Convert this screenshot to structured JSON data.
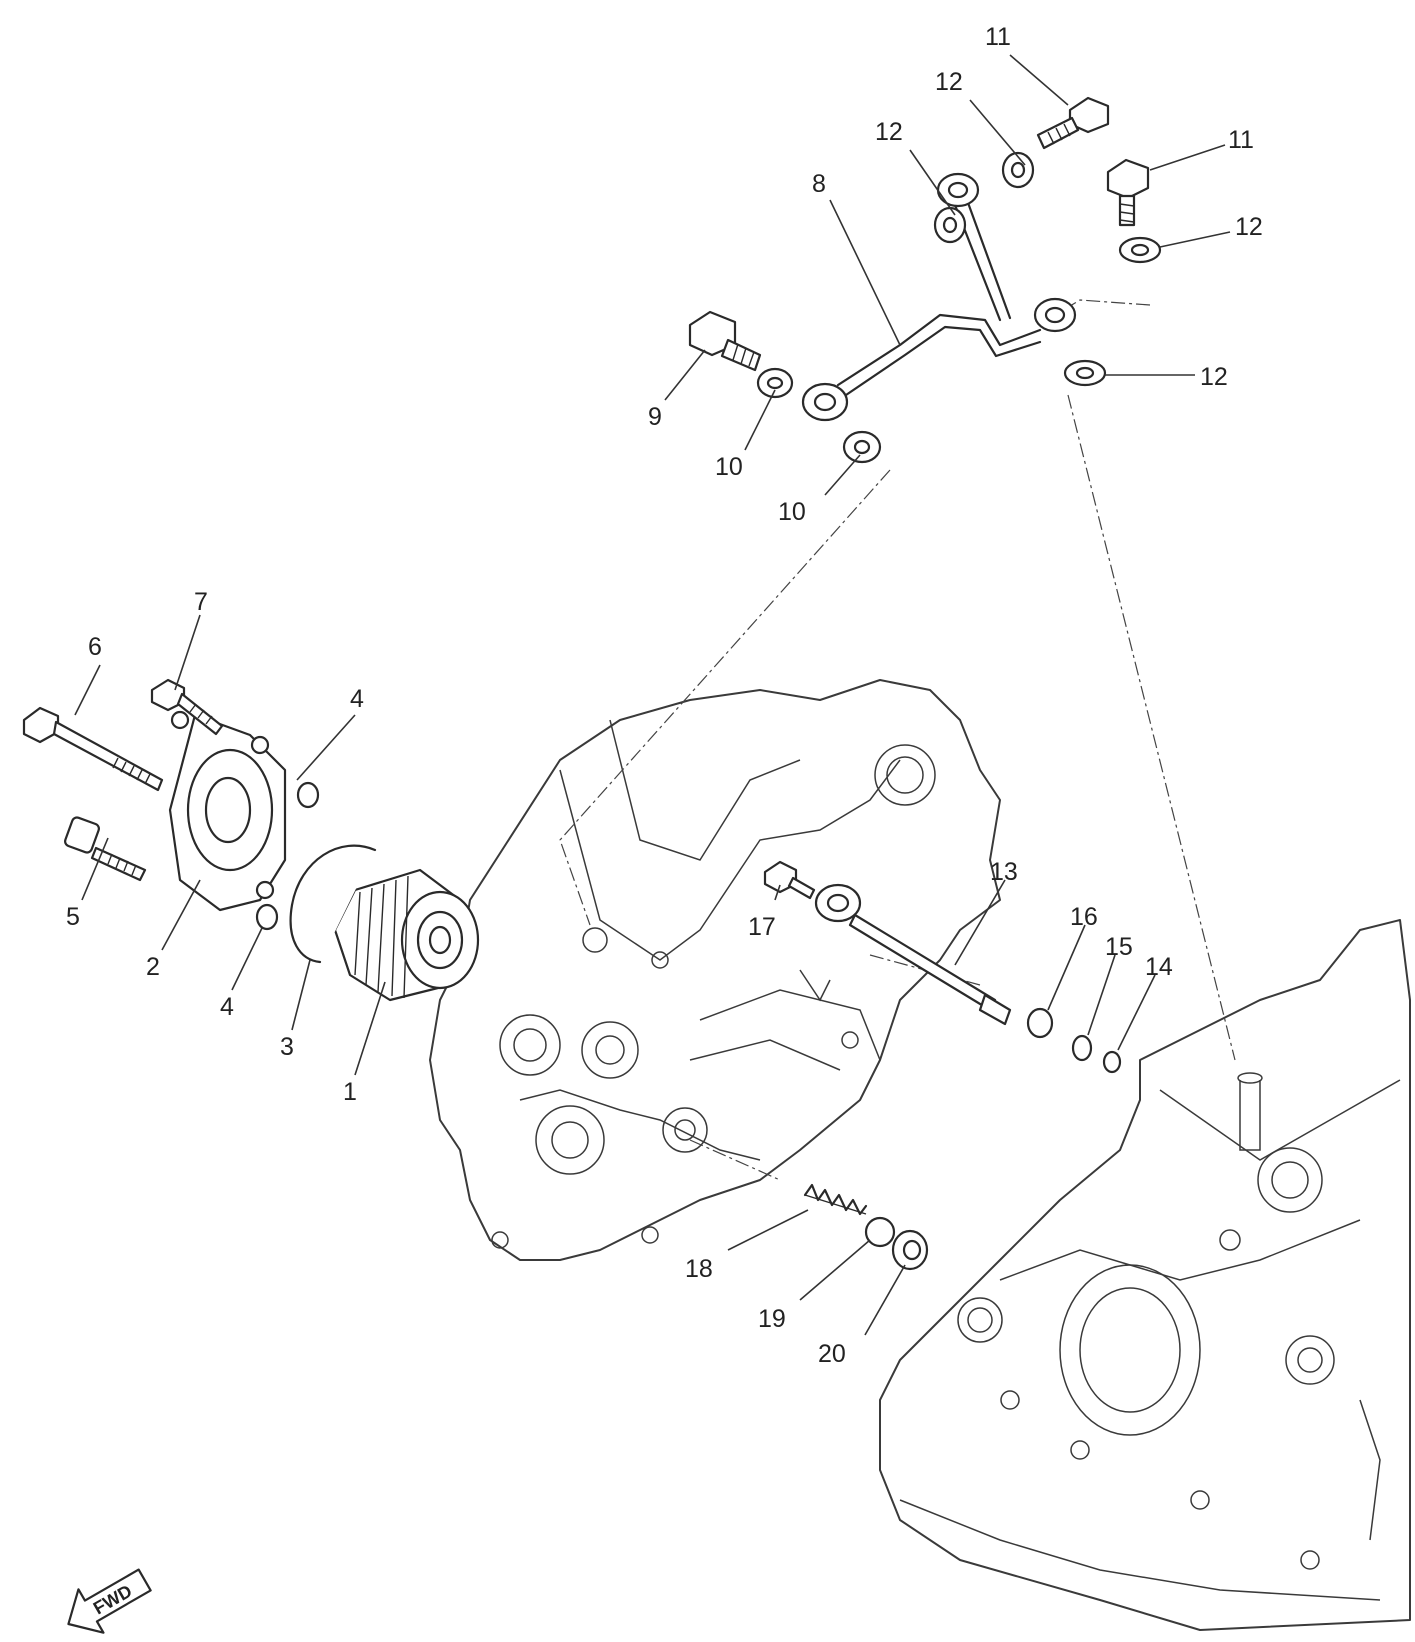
{
  "callouts": [
    {
      "label": "1"
    },
    {
      "label": "2"
    },
    {
      "label": "3"
    },
    {
      "label": "4"
    },
    {
      "label": "4"
    },
    {
      "label": "5"
    },
    {
      "label": "6"
    },
    {
      "label": "7"
    },
    {
      "label": "8"
    },
    {
      "label": "9"
    },
    {
      "label": "10"
    },
    {
      "label": "10"
    },
    {
      "label": "11"
    },
    {
      "label": "11"
    },
    {
      "label": "12"
    },
    {
      "label": "12"
    },
    {
      "label": "12"
    },
    {
      "label": "12"
    },
    {
      "label": "13"
    },
    {
      "label": "14"
    },
    {
      "label": "15"
    },
    {
      "label": "16"
    },
    {
      "label": "17"
    },
    {
      "label": "18"
    },
    {
      "label": "19"
    },
    {
      "label": "20"
    }
  ],
  "direction_indicator": {
    "label": "FWD",
    "icon": "fwd-arrow-icon"
  }
}
